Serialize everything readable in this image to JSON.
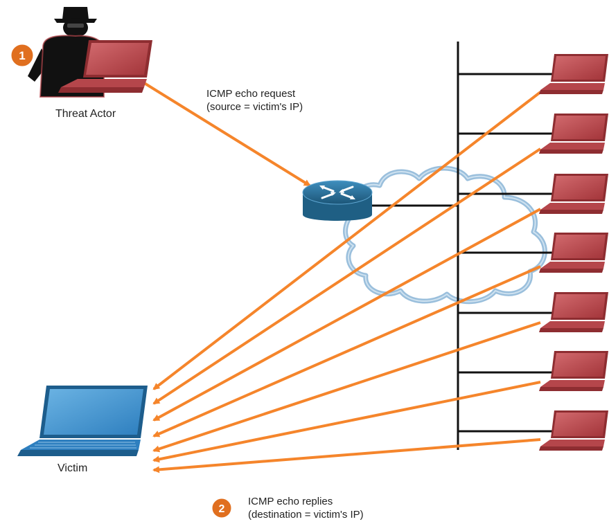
{
  "labels": {
    "threat_actor": "Threat Actor",
    "victim": "Victim",
    "request_line1": "ICMP echo request",
    "request_line2": "(source = victim's IP)",
    "replies_line1": "ICMP echo replies",
    "replies_line2": "(destination = victim's IP)"
  },
  "steps": {
    "step1": "1",
    "step2": "2"
  },
  "icons": {
    "threat_actor": "hacker-with-laptop-icon",
    "router": "router-icon",
    "cloud": "network-cloud-icon",
    "victim": "victim-laptop-icon",
    "host": "host-laptop-icon"
  },
  "colors": {
    "arrow": "#f5852b",
    "host_laptop": "#b5464b",
    "victim_laptop": "#2e7fbf",
    "router": "#2a6e98",
    "cloud_outline": "#8fb8d8",
    "step_badge": "#e06f1f"
  },
  "hosts_count_label": ""
}
